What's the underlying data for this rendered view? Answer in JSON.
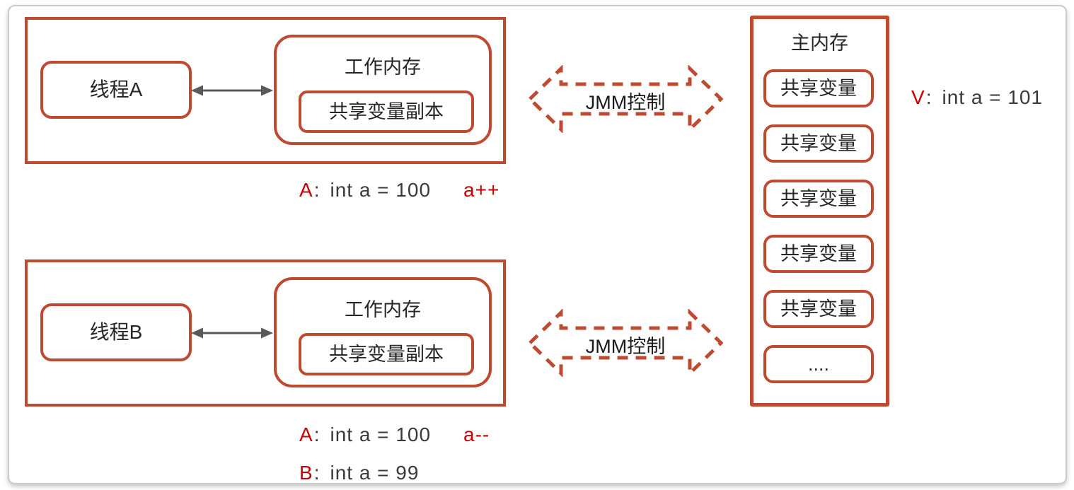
{
  "colors": {
    "accent_border": "#be4a31",
    "text_dark": "#3a3a3a",
    "text_red": "#c90000",
    "link_arrow_gray": "#595959",
    "card_border": "#cbcbcb"
  },
  "groups": [
    {
      "thread_label": "线程A",
      "wm_title": "工作内存",
      "copy_label": "共享变量副本"
    },
    {
      "thread_label": "线程B",
      "wm_title": "工作内存",
      "copy_label": "共享变量副本"
    }
  ],
  "jmm": [
    {
      "label": "JMM控制"
    },
    {
      "label": "JMM控制"
    }
  ],
  "main_memory": {
    "title": "主内存",
    "slots": [
      "共享变量",
      "共享变量",
      "共享变量",
      "共享变量",
      "共享变量",
      "...."
    ]
  },
  "annotations": {
    "thread_a": {
      "prefix": "A",
      "sep": ":",
      "value": "int a = 100",
      "op": "a++"
    },
    "main_v": {
      "prefix": "V",
      "sep": ":",
      "value": "int a = 101"
    },
    "thread_b_1": {
      "prefix": "A",
      "sep": ":",
      "value": "int a = 100",
      "op": "a--"
    },
    "thread_b_2": {
      "prefix": "B",
      "sep": ":",
      "value": "int a = 99"
    }
  }
}
